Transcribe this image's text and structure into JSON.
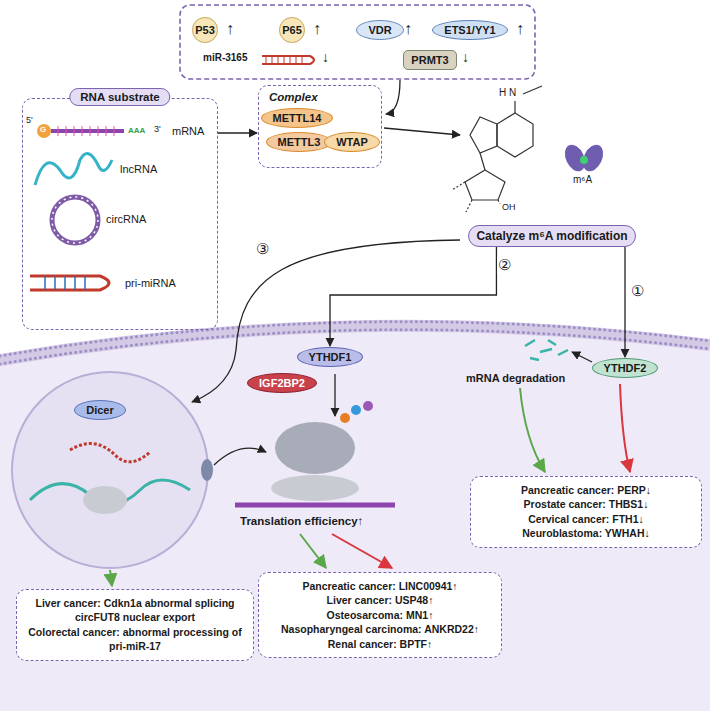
{
  "diagram": {
    "nodes": [
      {
        "text": [
          "P53"
        ]
      },
      {
        "text": [
          "P65"
        ]
      },
      {
        "text": [
          "VDR"
        ]
      },
      {
        "text": [
          "ETS1/YY1"
        ]
      },
      {
        "text": [
          "PRMT3"
        ]
      },
      {
        "text": [
          "RNA substrate"
        ]
      },
      {
        "text": [
          "Complex"
        ]
      },
      {
        "text": [
          "METTL14"
        ],
        "in": 6
      },
      {
        "text": [
          "METTL3"
        ],
        "in": 6
      },
      {
        "text": [
          "WTAP"
        ],
        "in": 6
      },
      {
        "text": [
          "Catalyze m⁶A modification"
        ]
      },
      {
        "text": [
          "Dicer"
        ]
      },
      {
        "text": [
          "YTHDF1"
        ]
      },
      {
        "text": [
          "IGF2BP2"
        ]
      },
      {
        "text": [
          "YTHDF2"
        ]
      },
      {
        "text": [
          "Liver cancer: Cdkn1a abnormal splicing circFUT8 nuclear export",
          "Colorectal cancer: abnormal processing of pri-miR-17"
        ]
      },
      {
        "text": [
          "Pancreatic cancer: LINC00941↑",
          "Liver cancer: USP48↑",
          "Osteosarcoma: MN1↑",
          "Nasopharyngeal carcinoma: ANKRD22↑",
          "Renal cancer: BPTF↑"
        ]
      },
      {
        "text": [
          "Pancreatic cancer: PERP↓",
          "Prostate cancer: THBS1↓",
          "Cervical cancer: FTH1↓",
          "Neuroblastoma: YWHAH↓"
        ]
      }
    ],
    "edges": [
      {
        "from": 5,
        "to": 6,
        "arrow": "to"
      },
      {
        "from": 10,
        "to": 14,
        "label": "①",
        "arrow": "to"
      },
      {
        "from": 10,
        "to": 12,
        "label": "②",
        "arrow": "to"
      }
    ],
    "labels": [
      "↑",
      "↑",
      "↑",
      "↑",
      "miR-3165",
      "↓",
      "↓",
      "5'",
      "G",
      "AAA",
      "3'",
      "mRNA",
      "lncRNA",
      "circRNA",
      "pri-miRNA",
      "H",
      "N",
      "OH",
      "m⁶A",
      "③",
      "mRNA degradation",
      "Translation efficiency↑"
    ]
  }
}
